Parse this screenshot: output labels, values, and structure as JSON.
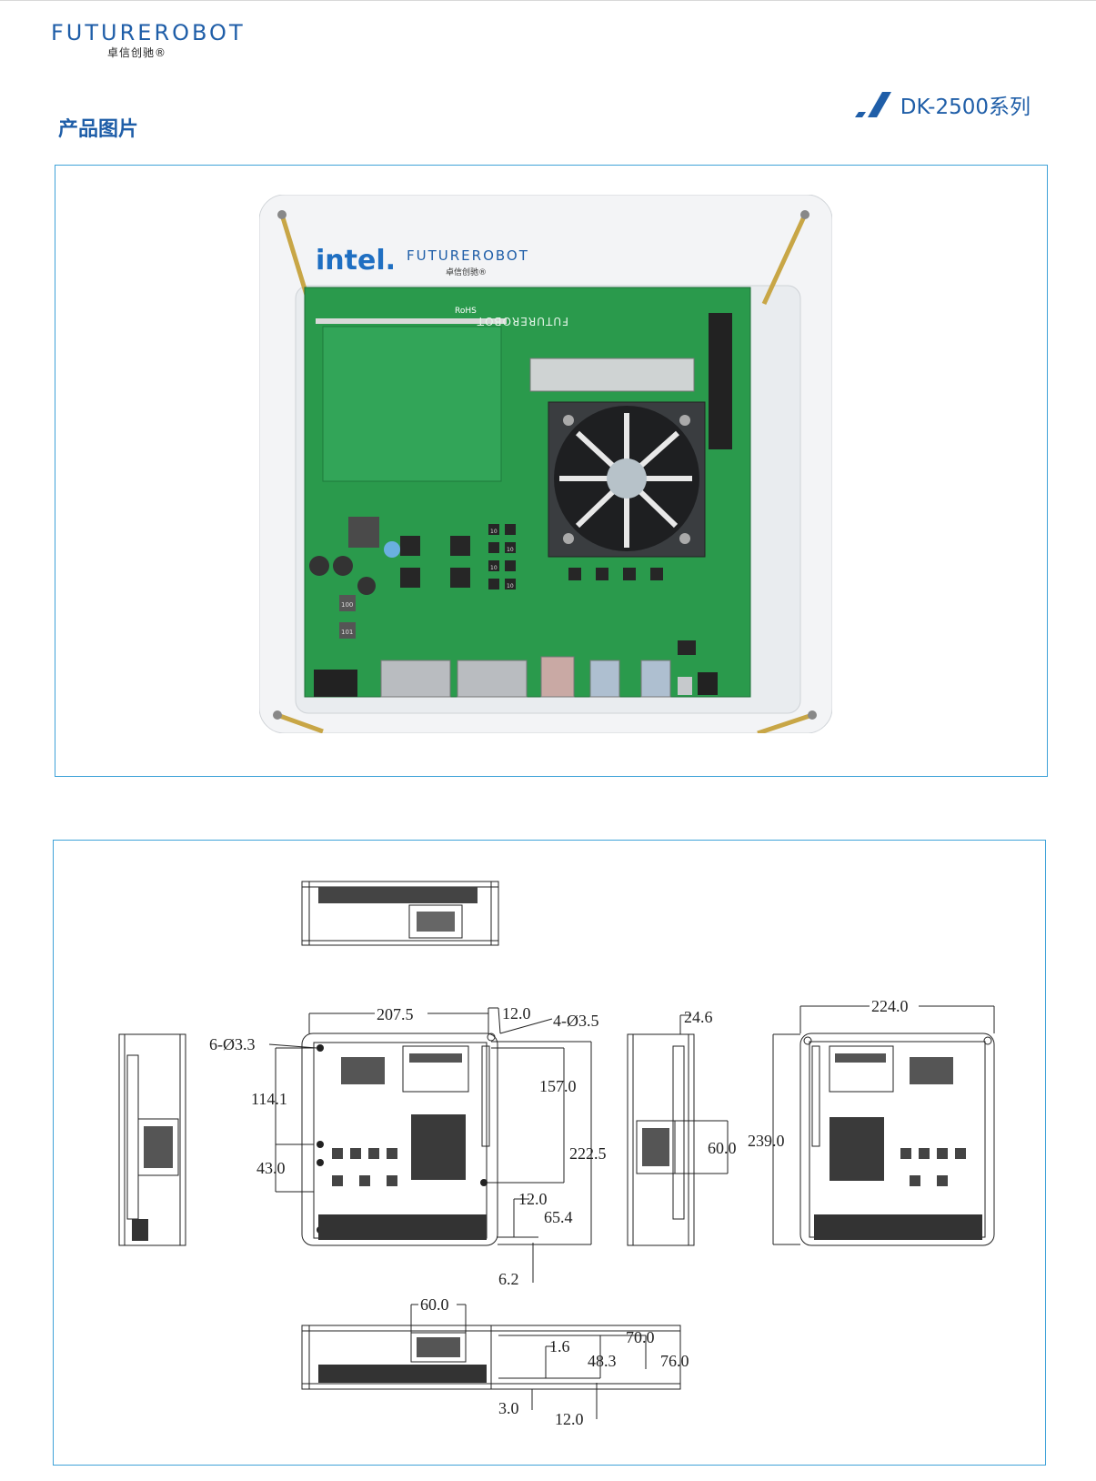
{
  "brand": {
    "wordmark": "FUTUREROBOT",
    "chinese": "卓信创驰®"
  },
  "header": {
    "section_title": "产品图片",
    "series": "DK-2500系列"
  },
  "photo": {
    "intel_logo": "intel.",
    "board_brand": "FUTUREROBOT",
    "board_brand_cn": "卓信创驰®",
    "rohs_mark": "RoHS",
    "silk_labels": [
      "10",
      "10",
      "10",
      "10",
      "100",
      "101"
    ]
  },
  "drawing": {
    "dims": {
      "w207": "207.5",
      "g12a": "12.0",
      "holes4": "4-Ø3.5",
      "holes6": "6-Ø3.3",
      "h114": "114.1",
      "h43": "43.0",
      "h157": "157.0",
      "h222": "222.5",
      "g12b": "12.0",
      "h65": "65.4",
      "h62": "6.2",
      "s246": "24.6",
      "s600": "60.0",
      "w224": "224.0",
      "h239": "239.0",
      "b60": "60.0",
      "b16": "1.6",
      "b483": "48.3",
      "b700": "70.0",
      "b760": "76.0",
      "b30": "3.0",
      "b120": "12.0"
    }
  }
}
